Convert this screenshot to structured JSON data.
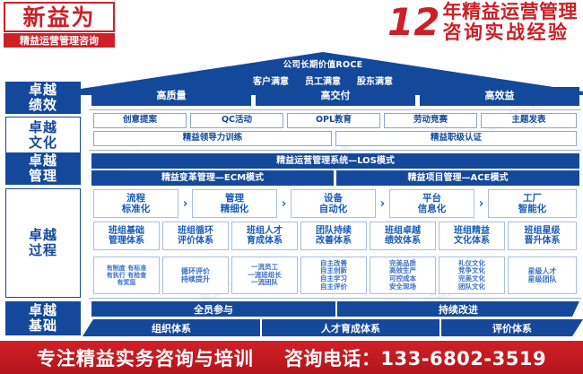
{
  "header": {
    "logo_main": "新益为",
    "logo_sub": "精益运营管理咨询",
    "slogan_number": "12",
    "slogan_line1": "年精益运营管理",
    "slogan_line2": "咨询实战经验"
  },
  "colors": {
    "brand_red": "#cf2027",
    "brand_blue": "#14489b",
    "light_border": "#8aa7d0",
    "white": "#ffffff"
  },
  "pillars": [
    {
      "label": "卓越\n绩效",
      "line1": "卓越",
      "line2": "绩效",
      "style": "filled"
    },
    {
      "label": "卓越\n文化",
      "line1": "卓越",
      "line2": "文化",
      "style": "hollow"
    },
    {
      "label": "卓越\n管理",
      "line1": "卓越",
      "line2": "管理",
      "style": "filled"
    },
    {
      "label": "卓越\n过程",
      "line1": "卓越",
      "line2": "过程",
      "style": "hollow"
    },
    {
      "label": "卓越\n基础",
      "line1": "卓越",
      "line2": "基础",
      "style": "filled"
    }
  ],
  "roof": {
    "title": "公司长期价值ROCE",
    "satisfaction": [
      "客户满意",
      "员工满意",
      "股东满意"
    ]
  },
  "performance_row": [
    "高质量",
    "高交付",
    "高效益"
  ],
  "culture": {
    "activities": [
      "创意提案",
      "QC活动",
      "OPL教育",
      "劳动竞赛",
      "主题发表"
    ],
    "programs": [
      "精益领导力训练",
      "精益职级认证"
    ]
  },
  "management": {
    "system": "精益运营管理系统—LOS模式",
    "modes": [
      "精益变革管理—ECM模式",
      "精益项目管理—ACE模式"
    ]
  },
  "process": {
    "stages": [
      {
        "line1": "流程",
        "line2": "标准化"
      },
      {
        "line1": "管理",
        "line2": "精细化"
      },
      {
        "line1": "设备",
        "line2": "自动化"
      },
      {
        "line1": "平台",
        "line2": "信息化"
      },
      {
        "line1": "工厂",
        "line2": "智能化"
      }
    ],
    "arrow_glyph": "›",
    "systems": [
      {
        "line1": "班组基础",
        "line2": "管理体系"
      },
      {
        "line1": "班组循环",
        "line2": "评价体系"
      },
      {
        "line1": "班组人才",
        "line2": "育成体系"
      },
      {
        "line1": "团队持续",
        "line2": "改善体系"
      },
      {
        "line1": "班组卓越",
        "line2": "绩效体系"
      },
      {
        "line1": "班组精益",
        "line2": "文化体系"
      },
      {
        "line1": "班组星级",
        "line2": "晋升体系"
      }
    ],
    "details": [
      [
        "有制度 有标准",
        "有执行 有检查",
        "有奖惩"
      ],
      [
        "循环评价",
        "持续提升"
      ],
      [
        "一流员工",
        "一流班组长",
        "一流团队"
      ],
      [
        "自主改善",
        "自主创新",
        "自主学习",
        "自主评价"
      ],
      [
        "完美品质",
        "高效生产",
        "可控成本",
        "安全现场"
      ],
      [
        "礼仪文化",
        "竞争文化",
        "完美文化",
        "团队文化"
      ],
      [
        "星级人才",
        "星级团队"
      ]
    ]
  },
  "foundation": {
    "principles": [
      "全员参与",
      "持续改进"
    ],
    "systems": [
      "组织体系",
      "人才育成体系",
      "评价体系"
    ]
  },
  "watermarks": [
    "新益为咨询",
    "新益为咨询",
    "新益为咨询",
    "新益为咨询",
    "新益为咨询",
    "新益为咨询",
    "新益为咨询",
    "新益为咨询"
  ],
  "footer": {
    "left": "专注精益实务咨询与培训",
    "right": "咨询电话：133-6802-3519"
  }
}
